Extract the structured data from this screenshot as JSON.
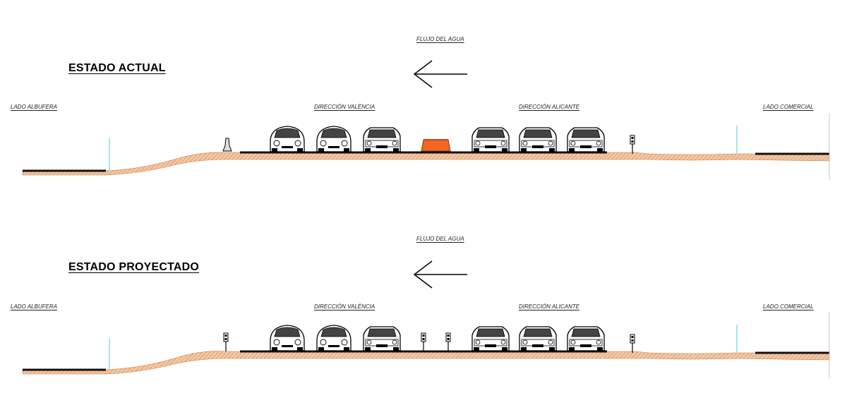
{
  "sections": [
    {
      "title": "ESTADO ACTUAL",
      "flow_label": "FLUJO DEL AGUA",
      "left_label": "LADO ALBUFERA",
      "direction_valencia": "DIRECCIÓN VALÈNCIA",
      "direction_alicante": "DIRECCIÓN ALICANTE",
      "right_label": "LADO COMERCIAL"
    },
    {
      "title": "ESTADO PROYECTADO",
      "flow_label": "FLUJO DEL AGUA",
      "left_label": "LADO ALBUFERA",
      "direction_valencia": "DIRECCIÓN VALÈNCIA",
      "direction_alicante": "DIRECCIÓN ALICANTE",
      "right_label": "LADO COMERCIAL"
    }
  ],
  "colors": {
    "fill": "#f2c9a8",
    "hatch": "#d07a3a",
    "pavement": "#111111",
    "barrier": "#f26522",
    "post": "#6fd0e0"
  },
  "icons": [
    "arrow-left-icon",
    "car-icon",
    "barrier-icon",
    "signal-post-icon",
    "lamp-post-icon"
  ]
}
